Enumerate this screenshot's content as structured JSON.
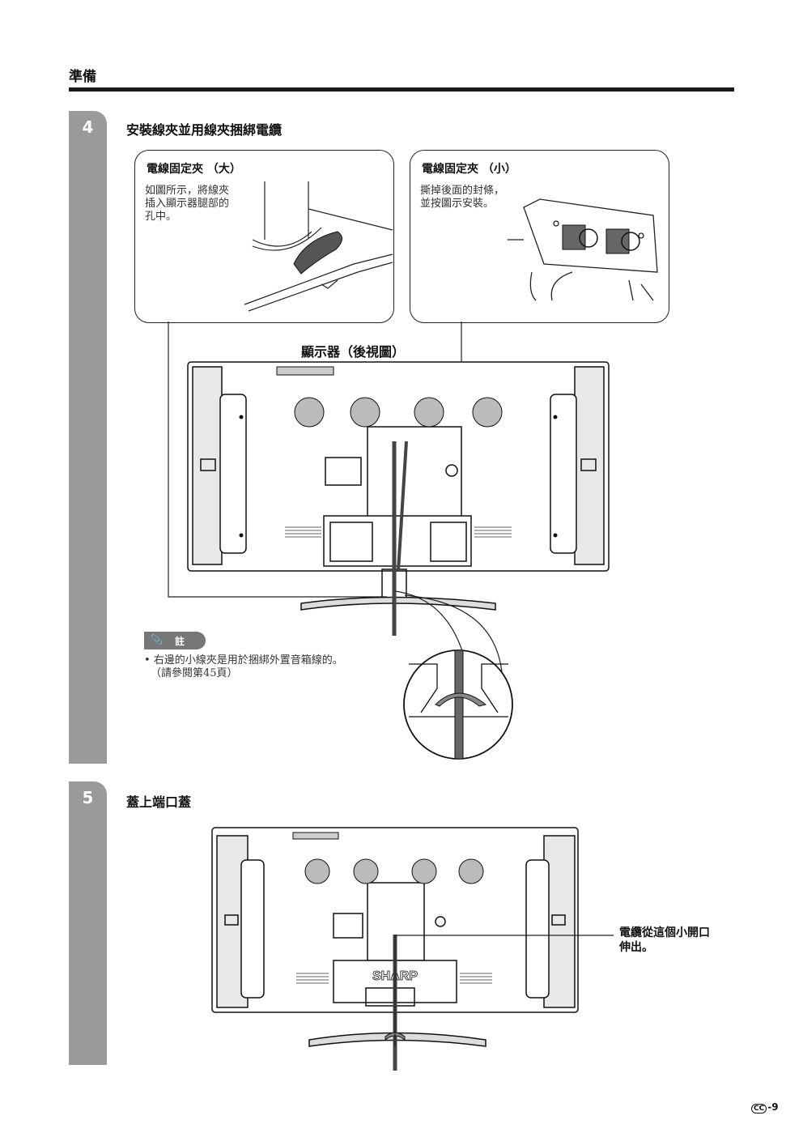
{
  "header": {
    "section": "準備"
  },
  "steps": [
    {
      "number": "4",
      "title": "安裝線夾並用線夾捆綁電纜"
    },
    {
      "number": "5",
      "title": "蓋上端口蓋"
    }
  ],
  "callouts": {
    "large": {
      "title": "電線固定夾 （大）",
      "lines": [
        "如圖所示，將線夾",
        "插入顯示器腿部的",
        "孔中。"
      ]
    },
    "small": {
      "title": "電線固定夾 （小）",
      "lines": [
        "撕掉後面的封條，",
        "並按圖示安裝。"
      ]
    }
  },
  "rear_view_label": "顯示器（後視圖）",
  "note": {
    "badge": "註",
    "lines": [
      "• 右邊的小線夾是用於捆綁外置音箱線的。",
      "（請參閱第45頁）"
    ]
  },
  "step5_diagram": {
    "brand": "SHARP",
    "cable_label_lines": [
      "電纜從這個小開口",
      "伸出。"
    ]
  },
  "footer": {
    "page_prefix": "CC",
    "page_number": "-9"
  }
}
